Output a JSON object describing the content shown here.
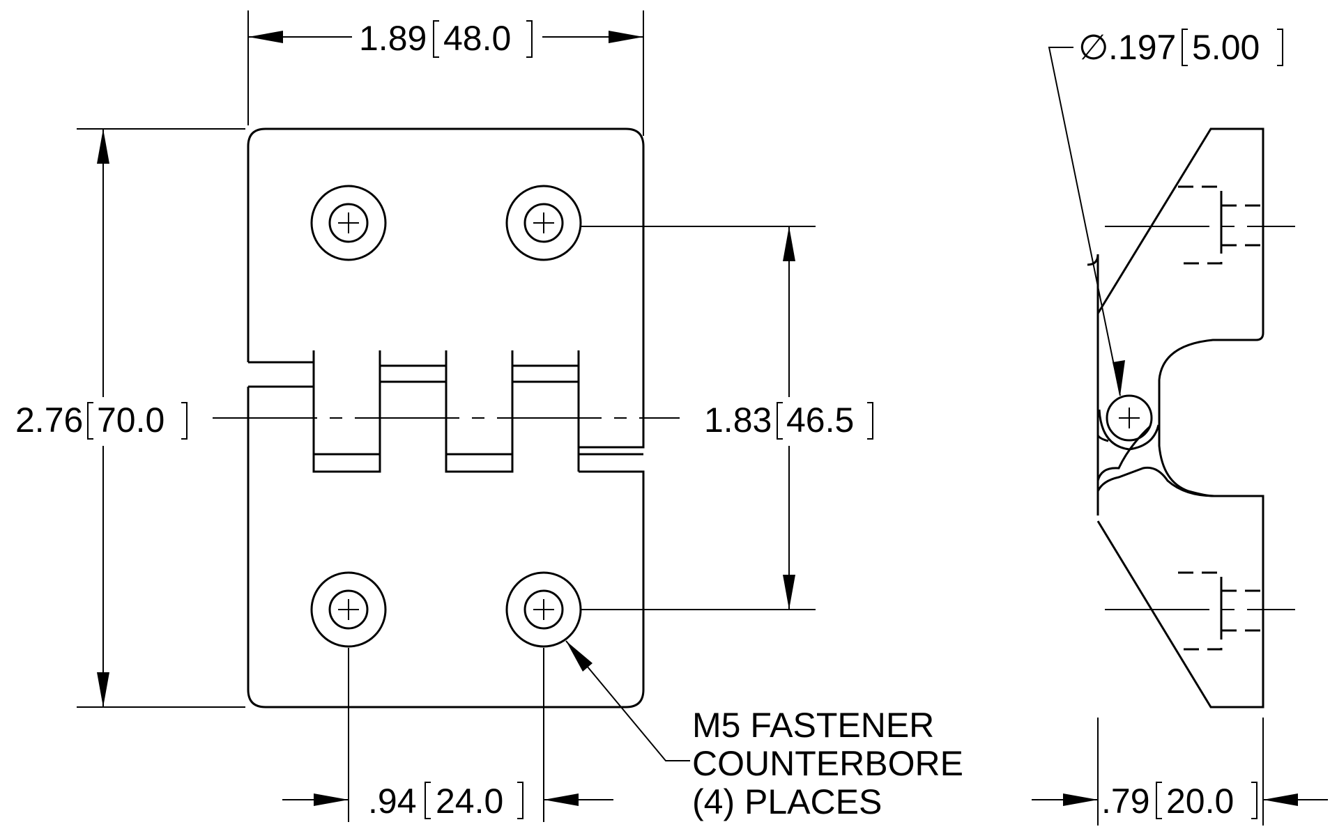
{
  "dimensions": {
    "overall_width": {
      "inch": "1.89",
      "mm": "48.0"
    },
    "overall_height": {
      "inch": "2.76",
      "mm": "70.0"
    },
    "hole_vertical_spacing": {
      "inch": "1.83",
      "mm": "46.5"
    },
    "hole_horizontal_spacing": {
      "inch": ".94",
      "mm": "24.0"
    },
    "pin_diameter": {
      "symbol": "∅",
      "inch": ".197",
      "mm": "5.00"
    },
    "side_thickness": {
      "inch": ".79",
      "mm": "20.0"
    }
  },
  "note": {
    "line1": "M5 FASTENER",
    "line2": "COUNTERBORE",
    "line3": "(4) PLACES"
  }
}
